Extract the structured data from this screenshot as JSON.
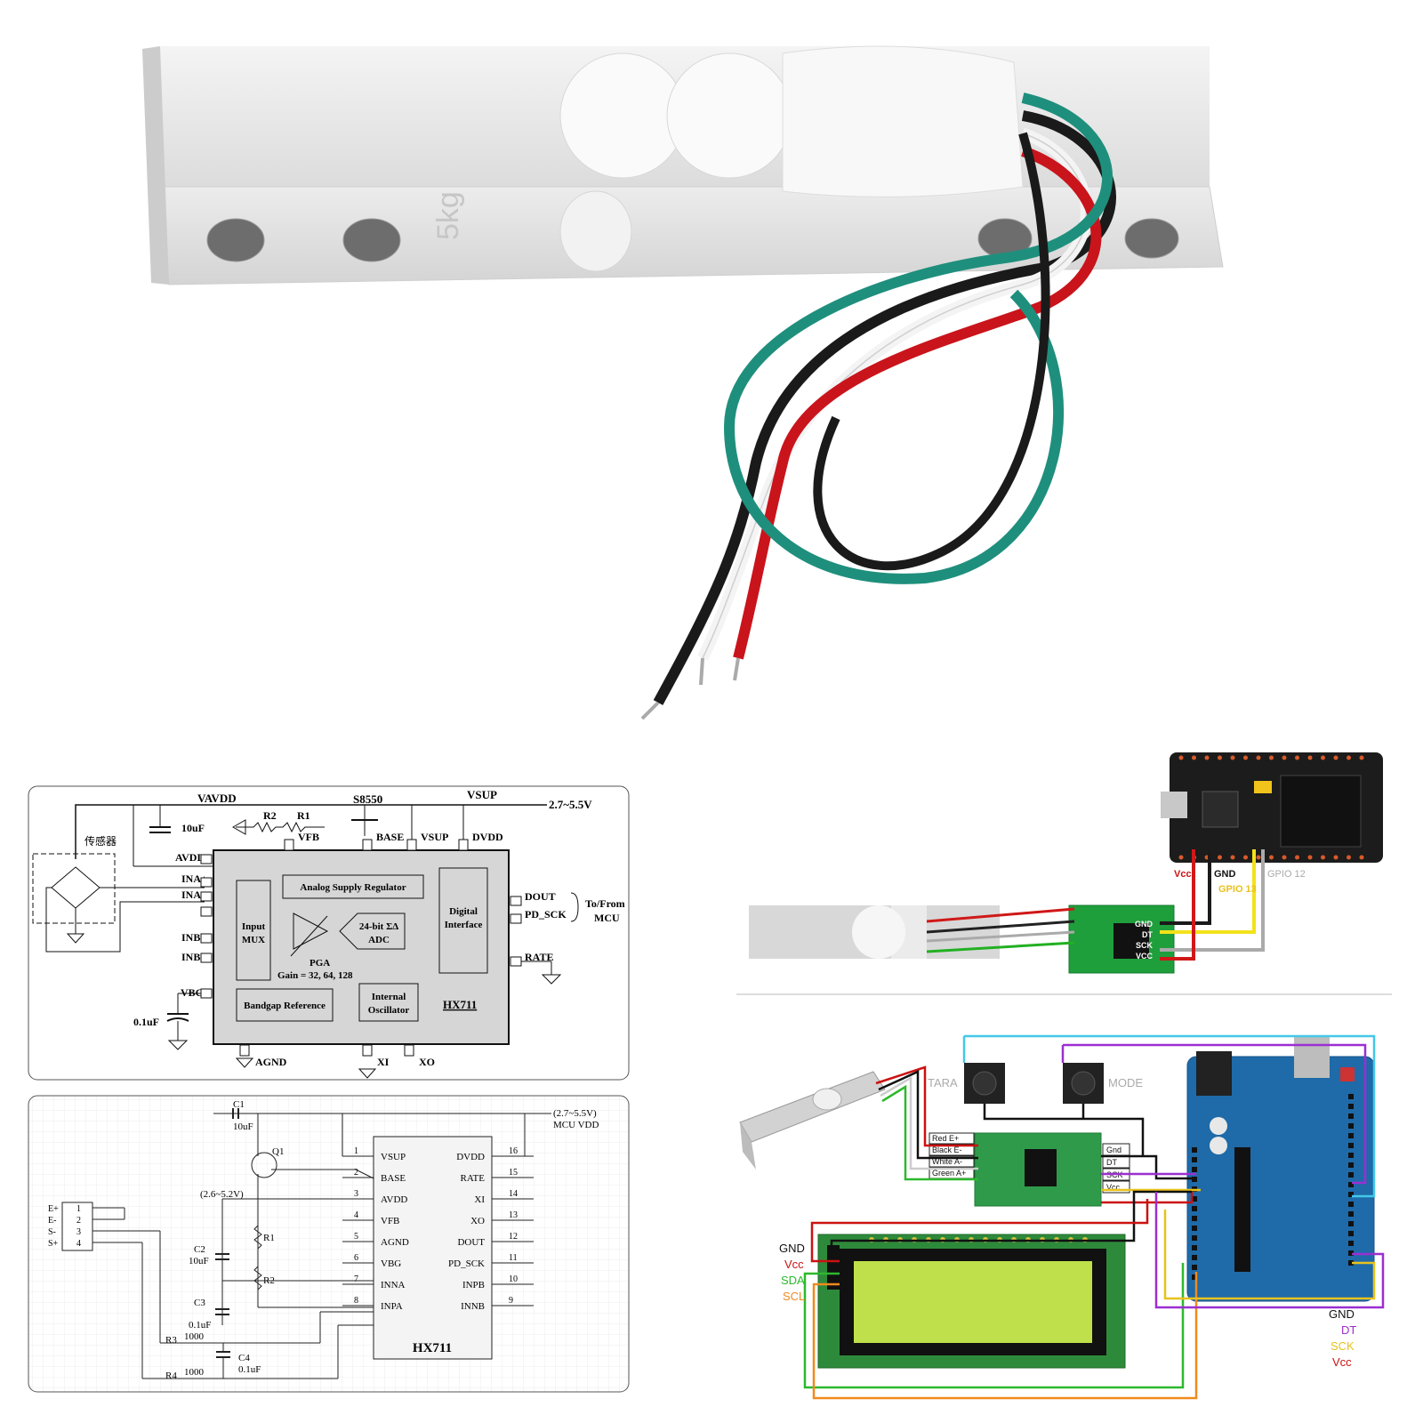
{
  "load_cell": {
    "capacity_label": "5kg"
  },
  "block_diagram": {
    "vavdd": "VAVDD",
    "vsup_top": "VSUP",
    "supply_range": "2.7~5.5V",
    "transistor": "S8550",
    "cap_10uf": "10uF",
    "r2": "R2",
    "r1": "R1",
    "sensor": "传感器",
    "pin_vfb": "VFB",
    "pin_base": "BASE",
    "pin_vsup": "VSUP",
    "pin_dvdd": "DVDD",
    "pin_avdd": "AVDD",
    "pin_inap": "INA+",
    "pin_inam": "INA-",
    "pin_inbp": "INB+",
    "pin_inbm": "INB-",
    "pin_vbg": "VBG",
    "cap_01uf": "0.1uF",
    "regulator": "Analog Supply Regulator",
    "mux1": "Input",
    "mux2": "MUX",
    "pga": "PGA",
    "gain": "Gain = 32, 64, 128",
    "adc1": "24-bit ΣΔ",
    "adc2": "ADC",
    "dig1": "Digital",
    "dig2": "Interface",
    "pin_dout": "DOUT",
    "pin_pdsck": "PD_SCK",
    "to_from": "To/From",
    "mcu": "MCU",
    "pin_rate": "RATE",
    "bandgap": "Bandgap Reference",
    "osc1": "Internal",
    "osc2": "Oscillator",
    "chip": "HX711",
    "pin_agnd": "AGND",
    "pin_xi": "XI",
    "pin_xo": "XO"
  },
  "schematic": {
    "c1": "C1",
    "c1v": "10uF",
    "q1": "Q1",
    "vdd_range": "(2.7~5.5V)",
    "mcu_vdd": "MCU VDD",
    "avdd_range": "(2.6~5.2V)",
    "r1": "R1",
    "r2": "R2",
    "c2": "C2",
    "c2v": "10uF",
    "c3": "C3",
    "c3v": "0.1uF",
    "c4": "C4",
    "c4v": "0.1uF",
    "r3": "R3",
    "r3v": "1000",
    "r4": "R4",
    "r4v": "1000",
    "connector_labels": [
      "E+",
      "E-",
      "S-",
      "S+"
    ],
    "connector_pins": [
      "1",
      "2",
      "3",
      "4"
    ],
    "left_pins": [
      {
        "num": "1",
        "name": "VSUP"
      },
      {
        "num": "2",
        "name": "BASE"
      },
      {
        "num": "3",
        "name": "AVDD"
      },
      {
        "num": "4",
        "name": "VFB"
      },
      {
        "num": "5",
        "name": "AGND"
      },
      {
        "num": "6",
        "name": "VBG"
      },
      {
        "num": "7",
        "name": "INNA"
      },
      {
        "num": "8",
        "name": "INPA"
      }
    ],
    "right_pins": [
      {
        "num": "16",
        "name": "DVDD"
      },
      {
        "num": "15",
        "name": "RATE"
      },
      {
        "num": "14",
        "name": "XI"
      },
      {
        "num": "13",
        "name": "XO"
      },
      {
        "num": "12",
        "name": "DOUT"
      },
      {
        "num": "11",
        "name": "PD_SCK"
      },
      {
        "num": "10",
        "name": "INPB"
      },
      {
        "num": "9",
        "name": "INNB"
      }
    ],
    "chip": "HX711"
  },
  "esp_wiring": {
    "vcc": "Vcc",
    "gnd": "GND",
    "gpio13": "GPIO 13",
    "gpio12": "GPIO 12",
    "hx_pins": [
      "GND",
      "DT",
      "SCK",
      "VCC"
    ]
  },
  "arduino_wiring": {
    "tara": "TARA",
    "mode": "MODE",
    "wire_labels": [
      "Red E+",
      "Black E-",
      "White A-",
      "Green A+"
    ],
    "hx_pins": [
      "Gnd",
      "DT",
      "SCK",
      "Vcc"
    ],
    "lcd_pins": [
      "GND",
      "Vcc",
      "SDA",
      "SCL"
    ],
    "legend": [
      "GND",
      "DT",
      "SCK",
      "Vcc"
    ],
    "colors": {
      "gnd": "#000000",
      "vcc": "#cc1111",
      "sda": "#2db82d",
      "scl": "#f08a1e",
      "dt": "#9b2fd1",
      "sck": "#e8c21e",
      "tara": "#44c8e8"
    }
  }
}
